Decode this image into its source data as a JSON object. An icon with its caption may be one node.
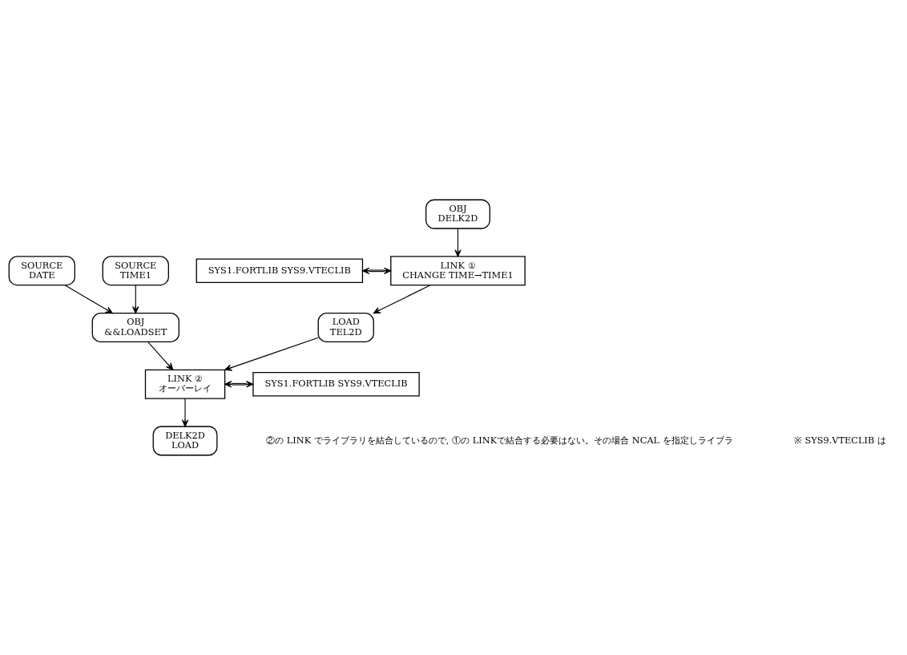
{
  "diagram": {
    "nodes": [
      {
        "text": [
          "OBJ",
          "DELK2D"
        ]
      },
      {
        "text": [
          "SYS1.FORTLIB SYS9.VTECLIB"
        ]
      },
      {
        "text": [
          "LINK ①",
          "CHANGE TIME→TIME1"
        ]
      },
      {
        "text": [
          "SOURCE",
          "DATE"
        ]
      },
      {
        "text": [
          "SOURCE",
          "TIME1"
        ]
      },
      {
        "text": [
          "OBJ",
          "&&LOADSET"
        ]
      },
      {
        "text": [
          "LOAD",
          "TEL2D"
        ]
      },
      {
        "text": [
          "LINK ②",
          "オーバーレイ"
        ]
      },
      {
        "text": [
          "SYS1.FORTLIB SYS9.VTECLIB"
        ]
      },
      {
        "text": [
          "DELK2D",
          "LOAD"
        ]
      }
    ],
    "edges": [
      {
        "from": 0,
        "to": 2,
        "arrow": "to"
      },
      {
        "from": 1,
        "to": 2,
        "arrow": "both"
      },
      {
        "from": 2,
        "to": 6,
        "arrow": "to"
      },
      {
        "from": 3,
        "to": 5,
        "arrow": "to"
      },
      {
        "from": 4,
        "to": 5,
        "arrow": "to"
      },
      {
        "from": 5,
        "to": 7,
        "arrow": "to"
      },
      {
        "from": 6,
        "to": 7,
        "arrow": "to"
      },
      {
        "from": 7,
        "to": 8,
        "arrow": "both"
      },
      {
        "from": 7,
        "to": 9,
        "arrow": "to"
      }
    ],
    "labels": [
      "②の LINK でライブラリを結合しているので, ①の LINKで結合する必要はない。その場合 NCAL を指定しライブラ",
      "※ SYS9.VTECLIB は"
    ]
  }
}
